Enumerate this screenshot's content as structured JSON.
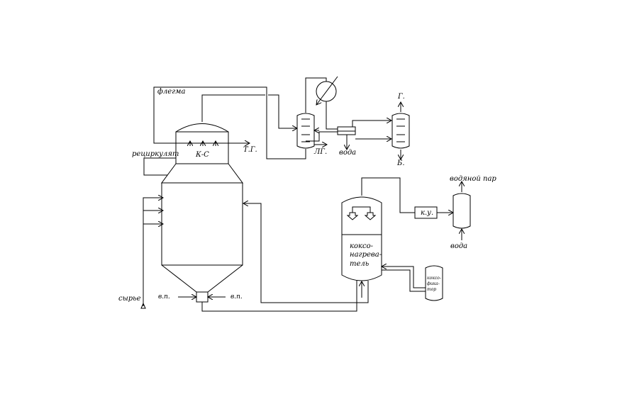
{
  "labels": {
    "flegma": "флегма",
    "recirculate": "рециркулят",
    "ks": "К-С",
    "tg": "Т.Г.",
    "lg": "ЛГ.",
    "water_separator": "вода",
    "gas": "Г.",
    "gasoline": "Б.",
    "water_vapor": "водяной пар",
    "water_boiler": "вода",
    "ku": "к.у.",
    "heater_line1": "коксо-",
    "heater_line2": "нагрева-",
    "heater_line3": "тель",
    "small_line1": "коксо-",
    "small_line2": "фика-",
    "small_line3": "тор",
    "feed": "сырье",
    "vp_left": "в.п.",
    "vp_right": "в.п."
  }
}
